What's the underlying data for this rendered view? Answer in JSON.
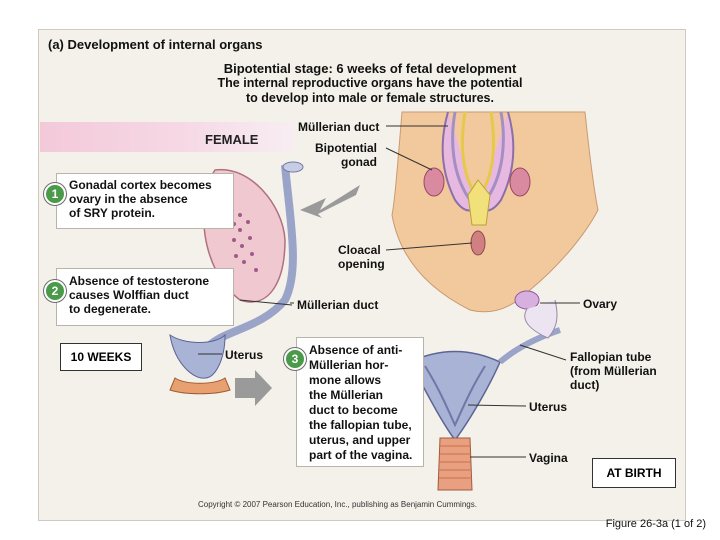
{
  "heading": "(a) Development of internal organs",
  "stage_title": "Bipotential stage: 6 weeks of fetal development",
  "stage_subtitle_line1": "The internal reproductive organs have the potential",
  "stage_subtitle_line2": "to develop into male or female structures.",
  "female_label": "FEMALE",
  "steps": [
    {
      "number": "1",
      "lines": [
        "Gonadal cortex becomes",
        "ovary in the absence",
        "of SRY protein."
      ]
    },
    {
      "number": "2",
      "lines": [
        "Absence of testosterone",
        "causes Wolffian duct",
        "to degenerate."
      ]
    },
    {
      "number": "3",
      "lines": [
        "Absence of anti-",
        "Müllerian hor-",
        "mone allows",
        "the Müllerian",
        "duct to become",
        "the fallopian tube,",
        "uterus, and upper",
        "part of the vagina."
      ]
    }
  ],
  "labels": {
    "mullerian_duct_top": "Müllerian duct",
    "bipotential_gonad_1": "Bipotential",
    "bipotential_gonad_2": "gonad",
    "cloacal_opening_1": "Cloacal",
    "cloacal_opening_2": "opening",
    "mullerian_duct_mid": "Müllerian duct",
    "uterus_left": "Uterus",
    "ovary": "Ovary",
    "fallopian_1": "Fallopian tube",
    "fallopian_2": "(from Müllerian",
    "fallopian_3": "duct)",
    "uterus_right": "Uterus",
    "vagina": "Vagina"
  },
  "ten_weeks": "10 WEEKS",
  "at_birth": "AT BIRTH",
  "copyright": "Copyright © 2007 Pearson Education, Inc., publishing as Benjamin Cummings.",
  "figure_caption": "Figure 26-3a (1 of 2)"
}
